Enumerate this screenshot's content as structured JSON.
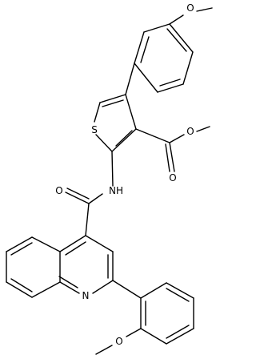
{
  "molecule": {
    "atoms": [
      {
        "id": "O1",
        "label": "O"
      },
      {
        "id": "O2",
        "label": "O"
      },
      {
        "id": "O3",
        "label": "O"
      },
      {
        "id": "O4",
        "label": "O"
      },
      {
        "id": "O5",
        "label": "O"
      },
      {
        "id": "S1",
        "label": "S"
      },
      {
        "id": "N1",
        "label": "NH"
      },
      {
        "id": "N2",
        "label": "N"
      }
    ],
    "colors": {
      "bond": "#000000",
      "label": "#000000",
      "background": "#ffffff"
    }
  }
}
